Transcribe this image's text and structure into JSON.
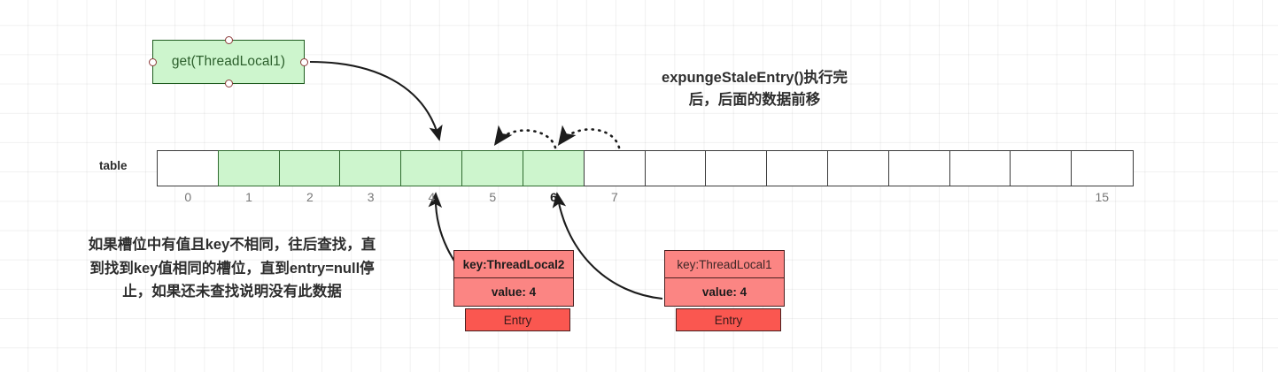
{
  "diagram": {
    "title_note": [
      "expungeStaleEntry()执行完",
      "后，后面的数据前移"
    ],
    "hint_note": [
      "如果槽位中有值且key不相同，往后查找，直",
      "到找到key值相同的槽位，直到entry=null停",
      "止，如果还未查找说明没有此数据"
    ],
    "get_node": {
      "label": "get(ThreadLocal1)",
      "fill": "#cdf5cd",
      "stroke": "#1f5c1f",
      "handle_stroke": "#8c3a3a"
    },
    "table": {
      "label": "table",
      "slot_count": 16,
      "filled_indices": [
        1,
        2,
        3,
        4,
        5,
        6
      ],
      "filled_color": "#cdf5cd",
      "empty_color": "#ffffff",
      "index_labels": [
        {
          "index": 0,
          "label": "0",
          "bold": false
        },
        {
          "index": 1,
          "label": "1",
          "bold": false
        },
        {
          "index": 2,
          "label": "2",
          "bold": false
        },
        {
          "index": 3,
          "label": "3",
          "bold": false
        },
        {
          "index": 4,
          "label": "4",
          "bold": false
        },
        {
          "index": 5,
          "label": "5",
          "bold": false
        },
        {
          "index": 6,
          "label": "6",
          "bold": true
        },
        {
          "index": 7,
          "label": "7",
          "bold": false
        },
        {
          "index": 15,
          "label": "15",
          "bold": false
        }
      ]
    },
    "entries": [
      {
        "key": "key:ThreadLocal2",
        "key_bold": true,
        "value": "value: 4",
        "footer": "Entry",
        "header_color": "#fb8583",
        "footer_color": "#fa5750",
        "points_to_slot": 4
      },
      {
        "key": "key:ThreadLocal1",
        "key_bold": false,
        "value": "value: 4",
        "footer": "Entry",
        "header_color": "#fb8583",
        "footer_color": "#fa5750",
        "points_to_slot": 6
      }
    ],
    "shift_arcs": [
      {
        "from_slot": 6,
        "to_slot": 5,
        "style": "dotted"
      },
      {
        "from_slot": 7,
        "to_slot": 6,
        "style": "dotted"
      }
    ]
  }
}
